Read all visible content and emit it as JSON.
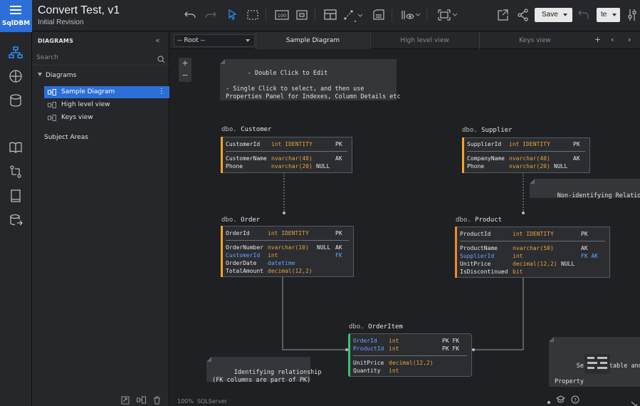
{
  "app": {
    "brand": "SqlDBM",
    "title": "Convert Test, v1",
    "subtitle": "Initial Revision"
  },
  "toolbar": {
    "save_label": "Save",
    "user_label": "te"
  },
  "panel": {
    "heading": "DIAGRAMS",
    "search_placeholder": "Search",
    "tree_root": "Diagrams",
    "items": [
      {
        "label": "Sample Diagram"
      },
      {
        "label": "High level view"
      },
      {
        "label": "Keys view"
      }
    ],
    "subject_areas": "Subject Areas"
  },
  "tabs": {
    "root_select": "-- Root --",
    "items": [
      {
        "label": "Sample Diagram"
      },
      {
        "label": "High level view"
      },
      {
        "label": "Keys view"
      }
    ]
  },
  "canvas": {
    "zoom_in": "+",
    "zoom_out": "−",
    "notes": {
      "help": "- Double Click to Edit\n\n- Single Click to select, and then use\nProperties Panel for Indexes, Column Details etc",
      "non_identifying": "Non-identifying Relationship",
      "identifying": "Identifying relationship\n(FK columns are part of PK)",
      "properties": "Select a table and use\nProperty\nTo change"
    },
    "status": {
      "zoom": "100%",
      "db": "SQLServer"
    }
  },
  "colors": {
    "accent": "#2d6fd8",
    "table_bar_default": "#f5a623",
    "table_bar_product": "#f08a24",
    "table_bar_orderitem": "#3cc36b",
    "type": "#e6a23c",
    "fk": "#6aa3ff"
  },
  "tables": {
    "customer": {
      "schema": "dbo.",
      "name": "Customer",
      "rows": [
        {
          "name": "CustomerId",
          "type": "int IDENTITY",
          "null": "",
          "key": "PK"
        },
        {
          "name": "CustomerName",
          "type": "nvarchar(40)",
          "null": "",
          "key": "AK"
        },
        {
          "name": "Phone",
          "type": "nvarchar(20)",
          "null": "NULL",
          "key": ""
        }
      ]
    },
    "supplier": {
      "schema": "dbo.",
      "name": "Supplier",
      "rows": [
        {
          "name": "SupplierId",
          "type": "int IDENTITY",
          "null": "",
          "key": "PK"
        },
        {
          "name": "CompanyName",
          "type": "nvarchar(40)",
          "null": "",
          "key": "AK"
        },
        {
          "name": "Phone",
          "type": "nvarchar(20)",
          "null": "NULL",
          "key": ""
        }
      ]
    },
    "order": {
      "schema": "dbo.",
      "name": "Order",
      "rows": [
        {
          "name": "OrderId",
          "type": "int IDENTITY",
          "null": "",
          "key": "PK"
        },
        {
          "name": "OrderNumber",
          "type": "nvarchar(10)",
          "null": "NULL",
          "key": "AK"
        },
        {
          "name": "CustomerId",
          "type": "int",
          "null": "",
          "key": "FK"
        },
        {
          "name": "OrderDate",
          "type": "datetime",
          "null": "",
          "key": ""
        },
        {
          "name": "TotalAmount",
          "type": "decimal(12,2)",
          "null": "",
          "key": ""
        }
      ]
    },
    "product": {
      "schema": "dbo.",
      "name": "Product",
      "rows": [
        {
          "name": "ProductId",
          "type": "int IDENTITY",
          "null": "",
          "key": "PK"
        },
        {
          "name": "ProductName",
          "type": "nvarchar(50)",
          "null": "",
          "key": "AK"
        },
        {
          "name": "SupplierId",
          "type": "int",
          "null": "",
          "key": "FK AK"
        },
        {
          "name": "UnitPrice",
          "type": "decimal(12,2)",
          "null": "NULL",
          "key": ""
        },
        {
          "name": "IsDiscontinued",
          "type": "bit",
          "null": "",
          "key": ""
        }
      ]
    },
    "orderitem": {
      "schema": "dbo.",
      "name": "OrderItem",
      "rows": [
        {
          "name": "OrderId",
          "type": "int",
          "null": "",
          "key": "PK FK"
        },
        {
          "name": "ProductId",
          "type": "int",
          "null": "",
          "key": "PK FK"
        },
        {
          "name": "UnitPrice",
          "type": "decimal(12,2)",
          "null": "",
          "key": ""
        },
        {
          "name": "Quantity",
          "type": "int",
          "null": "",
          "key": ""
        }
      ]
    }
  }
}
